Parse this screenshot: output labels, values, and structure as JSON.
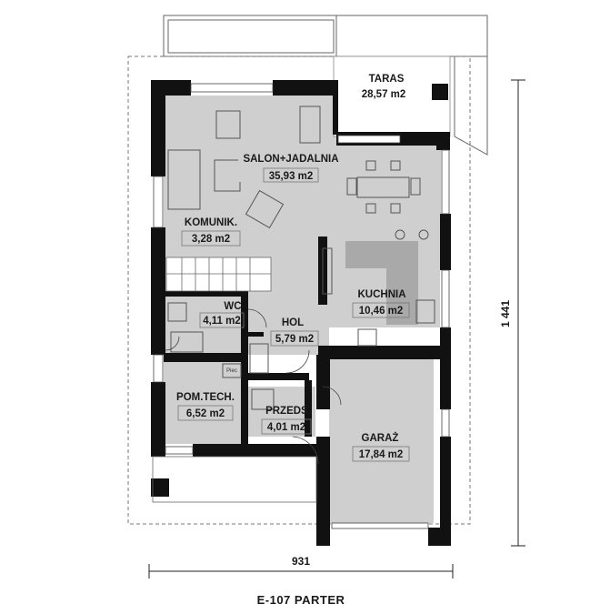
{
  "rooms": [
    {
      "name": "TARAS",
      "area": "28,57 m2"
    },
    {
      "name": "SALON+JADALNIA",
      "area": "35,93 m2"
    },
    {
      "name": "KOMUNIK.",
      "area": "3,28 m2"
    },
    {
      "name": "KUCHNIA",
      "area": "10,46 m2"
    },
    {
      "name": "WC",
      "area": "4,11 m2"
    },
    {
      "name": "HOL",
      "area": "5,79 m2"
    },
    {
      "name": "POM.TECH.",
      "area": "6,52 m2"
    },
    {
      "name": "PRZEDS.",
      "area": "4,01 m2"
    },
    {
      "name": "GARAŻ",
      "area": "17,84 m2"
    }
  ],
  "dimensions": {
    "width": "931",
    "height": "1 441"
  },
  "boiler_label": "Piec",
  "plan_title": "E-107 PARTER",
  "colors": {
    "wall": "#111111",
    "floor": "#cfcfcf",
    "outline": "#555555",
    "background": "#ffffff"
  }
}
